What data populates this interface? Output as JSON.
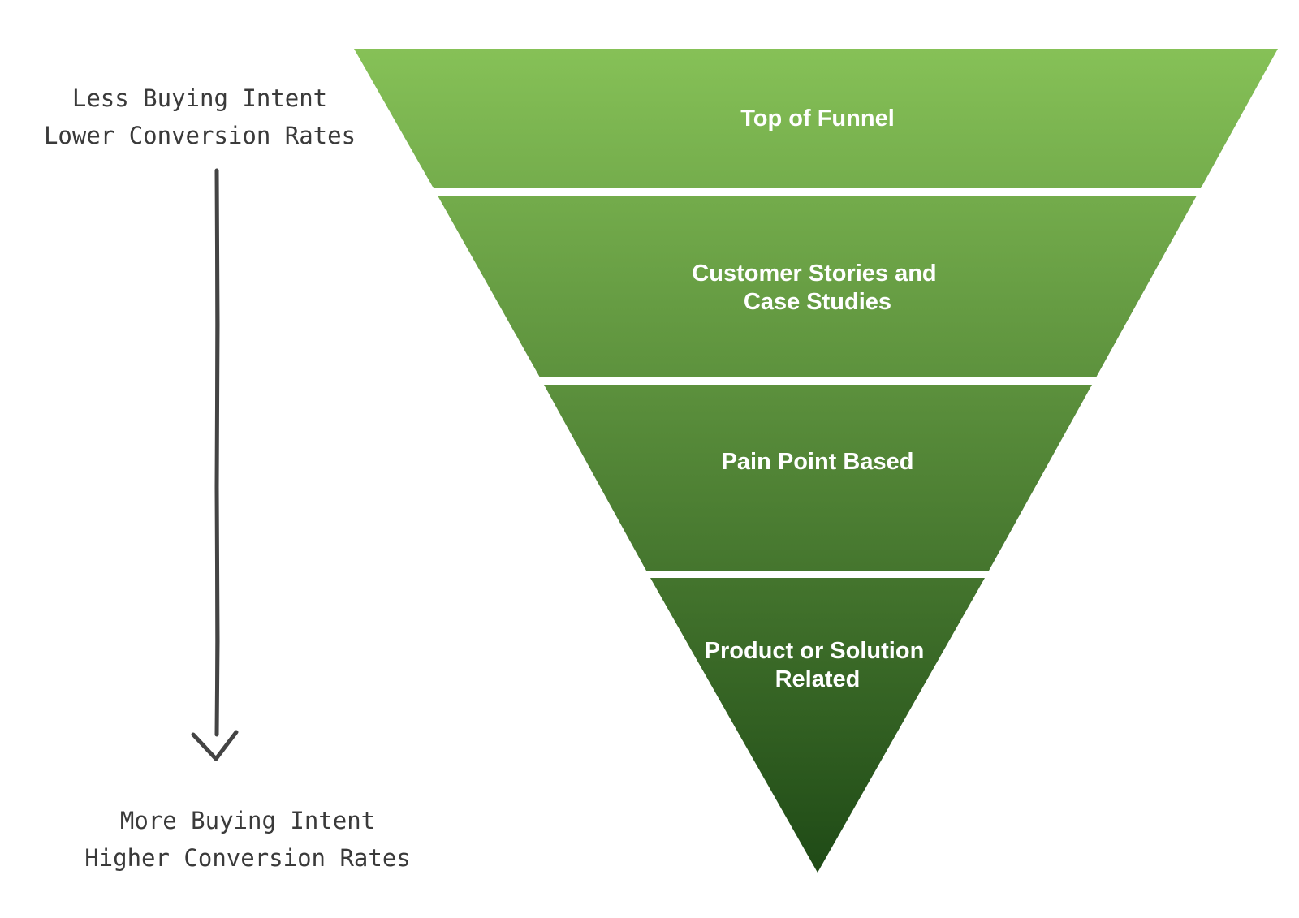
{
  "colors": {
    "top": "#86c157",
    "bottom": "#1f4a16",
    "arrow": "#444444",
    "background": "#ffffff"
  },
  "funnel": {
    "stages": [
      {
        "id": "top-of-funnel",
        "lines": [
          "Top of Funnel"
        ]
      },
      {
        "id": "customer-stories",
        "lines": [
          "Customer Stories and",
          "Case Studies"
        ]
      },
      {
        "id": "pain-point",
        "lines": [
          "Pain Point Based"
        ]
      },
      {
        "id": "product-solution",
        "lines": [
          "Product or Solution",
          "Related"
        ]
      }
    ]
  },
  "intent": {
    "top": {
      "line1": "Less Buying Intent",
      "line2": "Lower Conversion Rates"
    },
    "bottom": {
      "line1": "More Buying Intent",
      "line2": "Higher Conversion Rates"
    }
  }
}
